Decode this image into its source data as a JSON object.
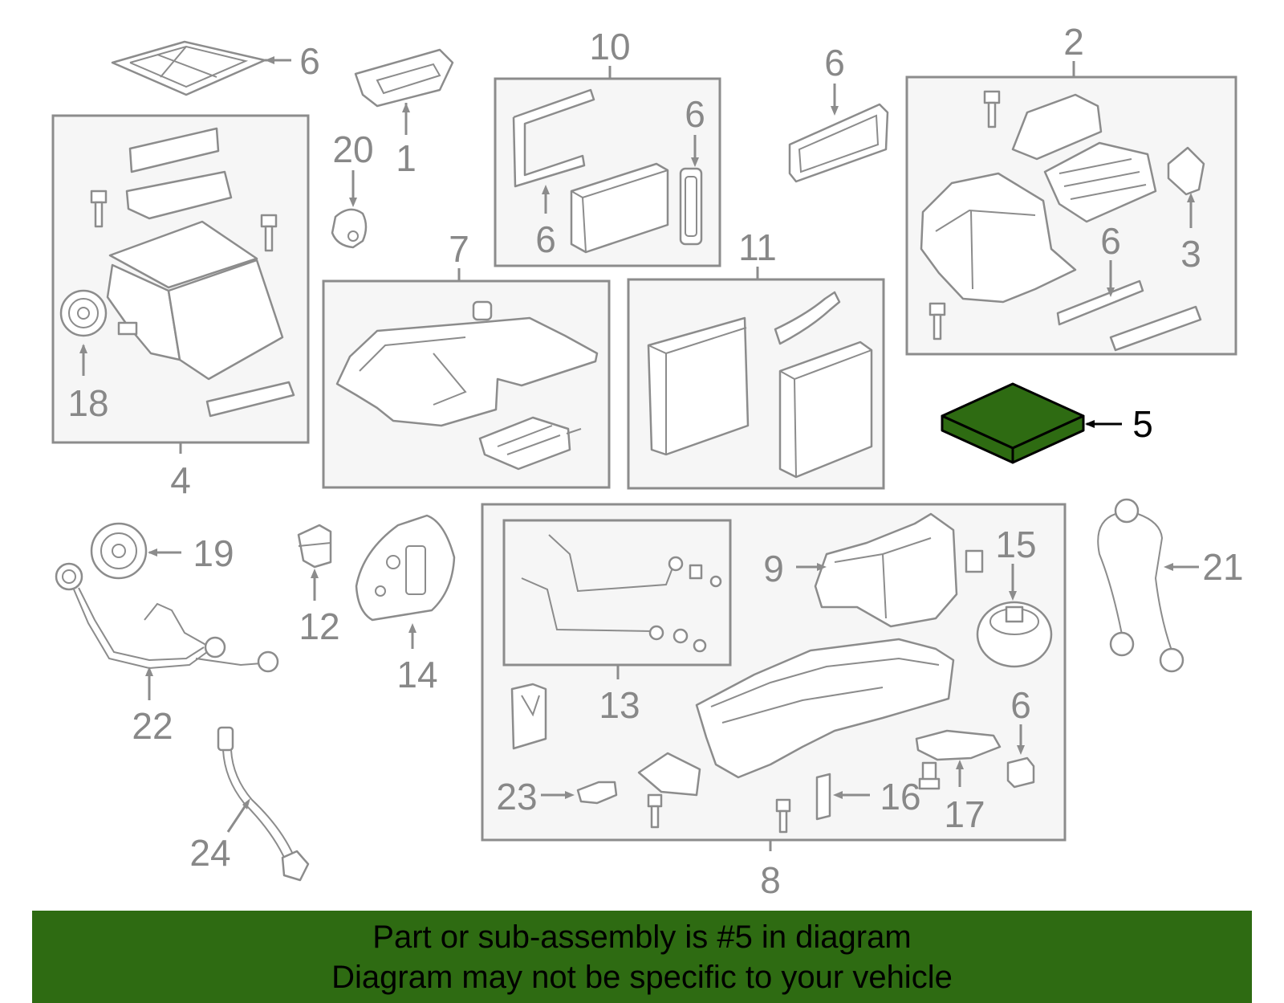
{
  "callouts": {
    "c1": "1",
    "c2": "2",
    "c3": "3",
    "c4": "4",
    "c5": "5",
    "c6a": "6",
    "c6b": "6",
    "c6c": "6",
    "c6d": "6",
    "c6e": "6",
    "c6f": "6",
    "c7": "7",
    "c8": "8",
    "c9": "9",
    "c10": "10",
    "c11": "11",
    "c12": "12",
    "c13": "13",
    "c14": "14",
    "c15": "15",
    "c16": "16",
    "c17": "17",
    "c18": "18",
    "c19": "19",
    "c20": "20",
    "c21": "21",
    "c22": "22",
    "c23": "23",
    "c24": "24"
  },
  "highlight": {
    "part_number": "5",
    "fill_color": "#2e6b12"
  },
  "banner": {
    "line1": "Part or sub-assembly is #5 in diagram",
    "line2": "Diagram may not be specific to your vehicle",
    "background_color": "#2e6b12"
  }
}
